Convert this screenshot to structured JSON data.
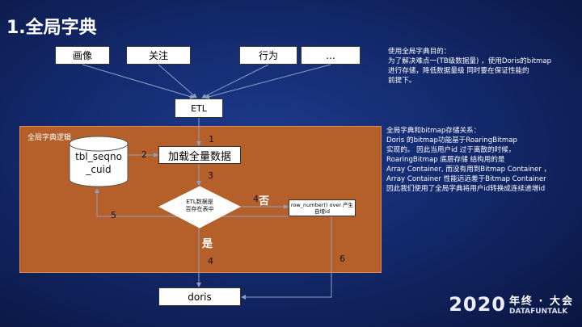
{
  "title": "1.全局字典",
  "sources": [
    "画像",
    "关注",
    "行为",
    "..."
  ],
  "etl": "ETL",
  "panel_label": "全局字典逻辑",
  "table": [
    "tbl_seqno",
    "_cuid"
  ],
  "load_box": "加载全量数据",
  "decision": [
    "ETL数据是",
    "否存在表中"
  ],
  "row_number_box": [
    "row_number() over 产生",
    "自增id"
  ],
  "doris": "doris",
  "labels": {
    "n1": "1",
    "n2": "2",
    "n3": "3",
    "n4_no": "4",
    "no": "否",
    "n5": "5",
    "yes": "是",
    "n4_yes": "4",
    "n6": "6"
  },
  "note1": "使用全局字典目的：\n为了解决难点一(TB级数据量) ，使用Doris的bitmap\n进行存储，降低数据量级 同时要在保证性能的\n前提下。",
  "note2": "全局字典和bitmap存储关系：\nDoris 的bitmap功能基于RoaringBitmap\n实现的。 因此当用户id 过于离散的时候，\nRoaringBitmap 底层存储 结构用的是\nArray Container, 而没有用到Bitmap Container ，\nArray Container 性能远远差于Bitmap Container\n因此我们使用了全局字典将用户id转换成连续递增id",
  "logo": {
    "year": "2020",
    "cn": "年终 · 大会",
    "en": "DATAFUNTALK"
  }
}
